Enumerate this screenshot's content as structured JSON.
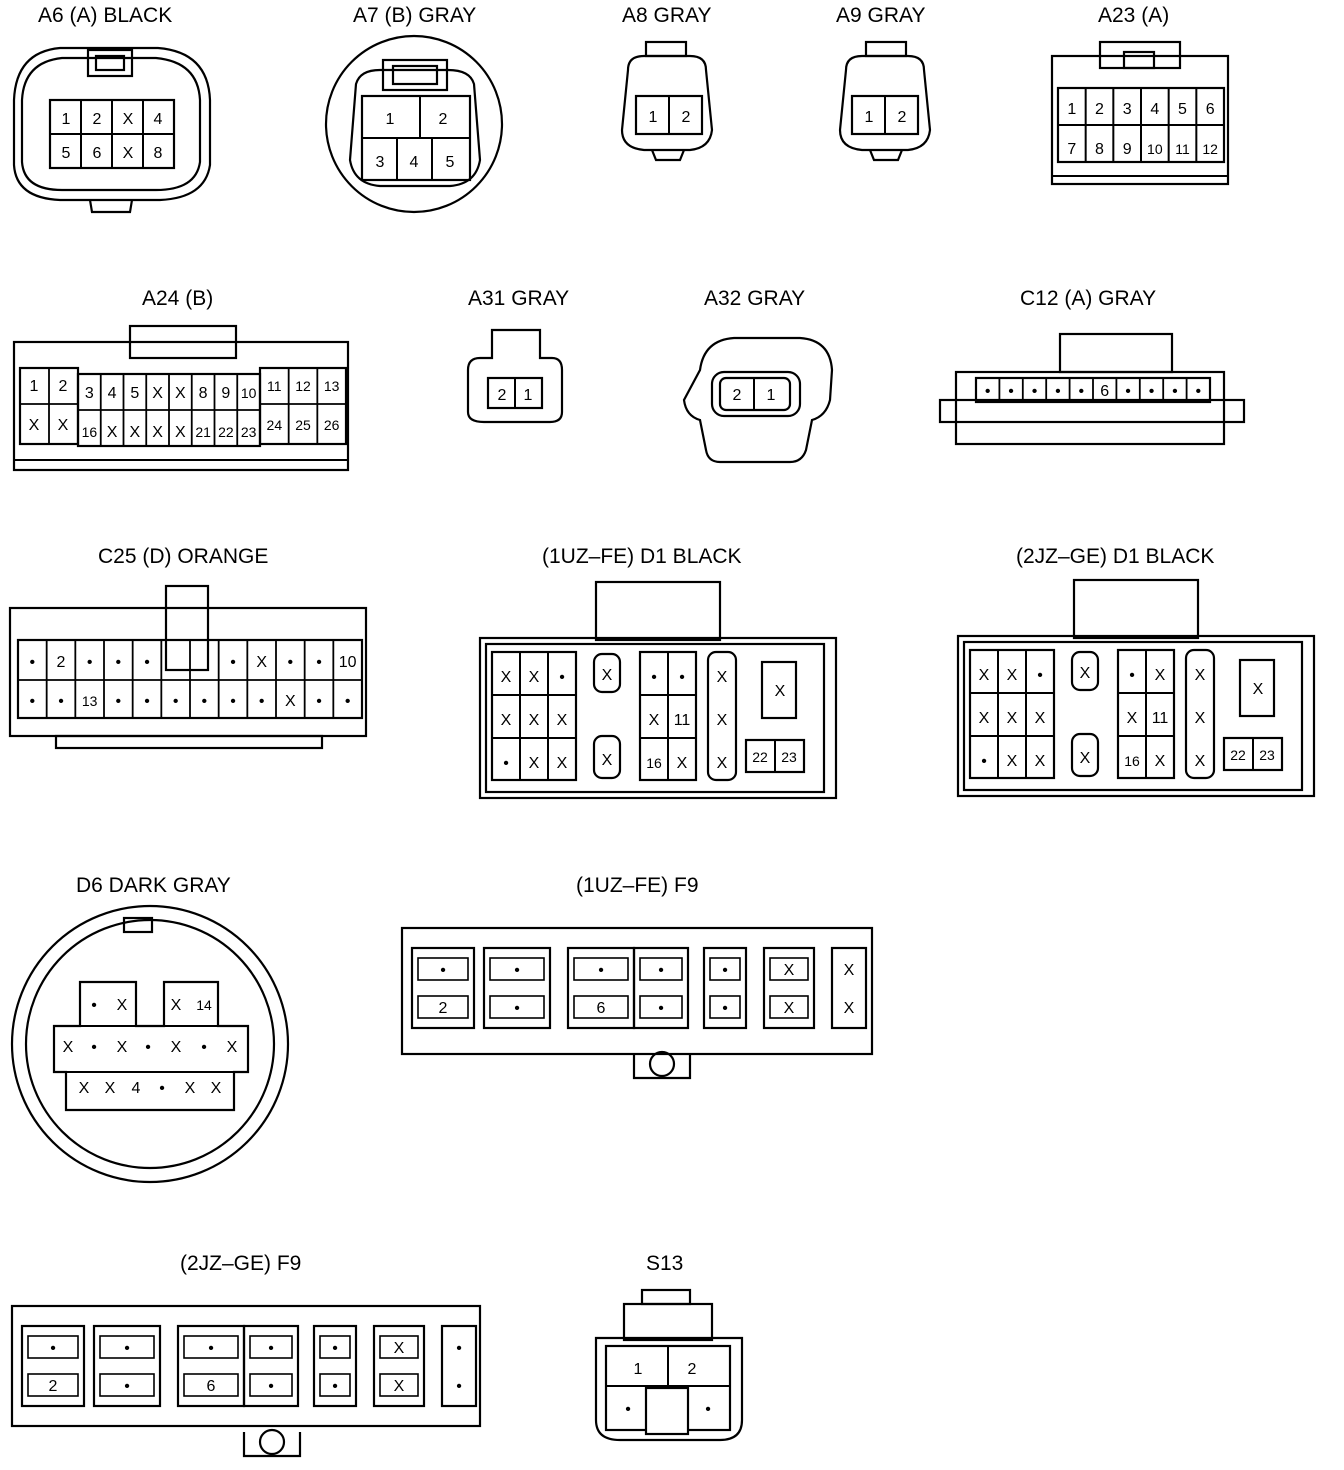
{
  "connectors": {
    "a6": {
      "title": "A6 (A)  BLACK",
      "cells": [
        "1",
        "2",
        "X",
        "4",
        "5",
        "6",
        "X",
        "8"
      ]
    },
    "a7": {
      "title": "A7 (B)  GRAY",
      "cells": [
        "1",
        "2",
        "3",
        "4",
        "5"
      ]
    },
    "a8": {
      "title": "A8  GRAY",
      "cells": [
        "1",
        "2"
      ]
    },
    "a9": {
      "title": "A9  GRAY",
      "cells": [
        "1",
        "2"
      ]
    },
    "a23": {
      "title": "A23 (A)",
      "cells": [
        "1",
        "2",
        "3",
        "4",
        "5",
        "6",
        "7",
        "8",
        "9",
        "10",
        "11",
        "12"
      ]
    },
    "a24": {
      "title": "A24 (B)",
      "cells": [
        "1",
        "2",
        "3",
        "4",
        "5",
        "X",
        "X",
        "8",
        "9",
        "10",
        "11",
        "12",
        "13",
        "X",
        "X",
        "16",
        "X",
        "X",
        "X",
        "X",
        "21",
        "22",
        "23",
        "24",
        "25",
        "26"
      ]
    },
    "a31": {
      "title": "A31  GRAY",
      "cells": [
        "2",
        "1"
      ]
    },
    "a32": {
      "title": "A32  GRAY",
      "cells": [
        "2",
        "1"
      ]
    },
    "c12": {
      "title": "C12 (A)  GRAY",
      "cells": [
        "•",
        "•",
        "•",
        "•",
        "•",
        "6",
        "•",
        "•",
        "•",
        "•"
      ]
    },
    "c25": {
      "title": "C25 (D)  ORANGE",
      "cells": [
        "•",
        "2",
        "•",
        "•",
        "•",
        "•",
        "X",
        "•",
        "•",
        "10",
        "•",
        "•",
        "13",
        "•",
        "•",
        "•",
        "•",
        "•",
        "•",
        "X",
        "•",
        "•",
        "•"
      ]
    },
    "d1a": {
      "title": "(1UZ–FE)  D1  BLACK",
      "cells": [
        "X",
        "X",
        "•",
        "X",
        "X",
        "X",
        "•",
        "X",
        "X",
        "X",
        "X",
        "•",
        "•",
        "X",
        "11",
        "16",
        "X",
        "X",
        "X",
        "X",
        "X",
        "22",
        "23"
      ]
    },
    "d1b": {
      "title": "(2JZ–GE)  D1  BLACK",
      "cells": [
        "X",
        "X",
        "•",
        "X",
        "X",
        "X",
        "•",
        "X",
        "X",
        "X",
        "X",
        "•",
        "X",
        "X",
        "11",
        "16",
        "X",
        "X",
        "X",
        "X",
        "X",
        "22",
        "23"
      ]
    },
    "d6": {
      "title": "D6  DARK GRAY",
      "cells": [
        "•",
        "X",
        "X",
        "14",
        "X",
        "•",
        "X",
        "•",
        "X",
        "•",
        "X",
        "X",
        "X",
        "4",
        "•",
        "X",
        "X"
      ]
    },
    "f9a": {
      "title": "(1UZ–FE)  F9",
      "cells": [
        "•",
        "2",
        "•",
        "•",
        "•",
        "6",
        "•",
        "•",
        "•",
        "•",
        "X",
        "X",
        "X",
        "X"
      ]
    },
    "f9b": {
      "title": "(2JZ–GE)  F9",
      "cells": [
        "•",
        "2",
        "•",
        "•",
        "•",
        "6",
        "•",
        "•",
        "•",
        "•",
        "X",
        "X",
        "•",
        "•"
      ]
    },
    "s13": {
      "title": "S13",
      "cells": [
        "1",
        "2",
        "•",
        "•"
      ]
    }
  }
}
